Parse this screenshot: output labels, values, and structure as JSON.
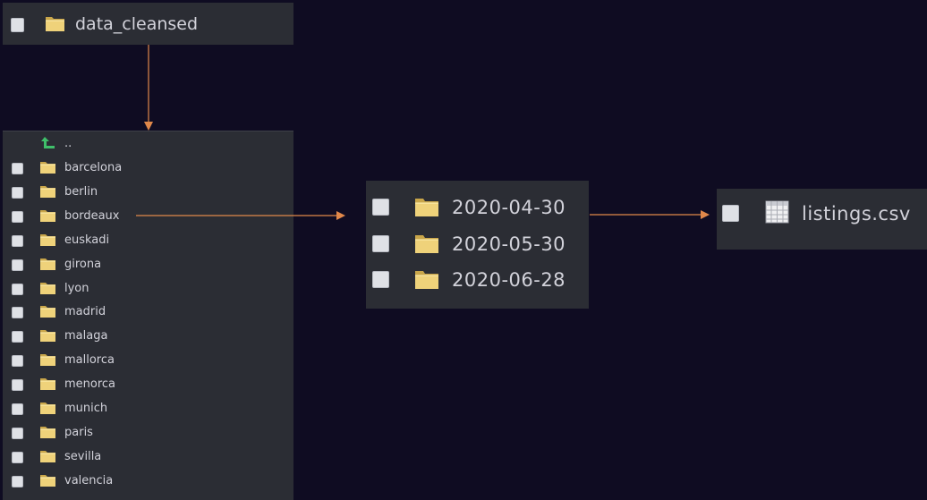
{
  "root_folder": {
    "label": "data_cleansed",
    "icon": "folder-icon"
  },
  "city_list": {
    "up_label": "..",
    "items": [
      {
        "label": "barcelona"
      },
      {
        "label": "berlin"
      },
      {
        "label": "bordeaux"
      },
      {
        "label": "euskadi"
      },
      {
        "label": "girona"
      },
      {
        "label": "lyon"
      },
      {
        "label": "madrid"
      },
      {
        "label": "malaga"
      },
      {
        "label": "mallorca"
      },
      {
        "label": "menorca"
      },
      {
        "label": "munich"
      },
      {
        "label": "paris"
      },
      {
        "label": "sevilla"
      },
      {
        "label": "valencia"
      }
    ]
  },
  "date_folders": {
    "items": [
      {
        "label": "2020-04-30"
      },
      {
        "label": "2020-05-30"
      },
      {
        "label": "2020-06-28"
      }
    ]
  },
  "file": {
    "label": "listings.csv",
    "icon": "spreadsheet-icon"
  },
  "colors": {
    "background": "#0f0c22",
    "panel": "#2b2d34",
    "arrow": "#e0884a",
    "folder": "#e8c76a",
    "up_arrow": "#3fbf6a"
  }
}
